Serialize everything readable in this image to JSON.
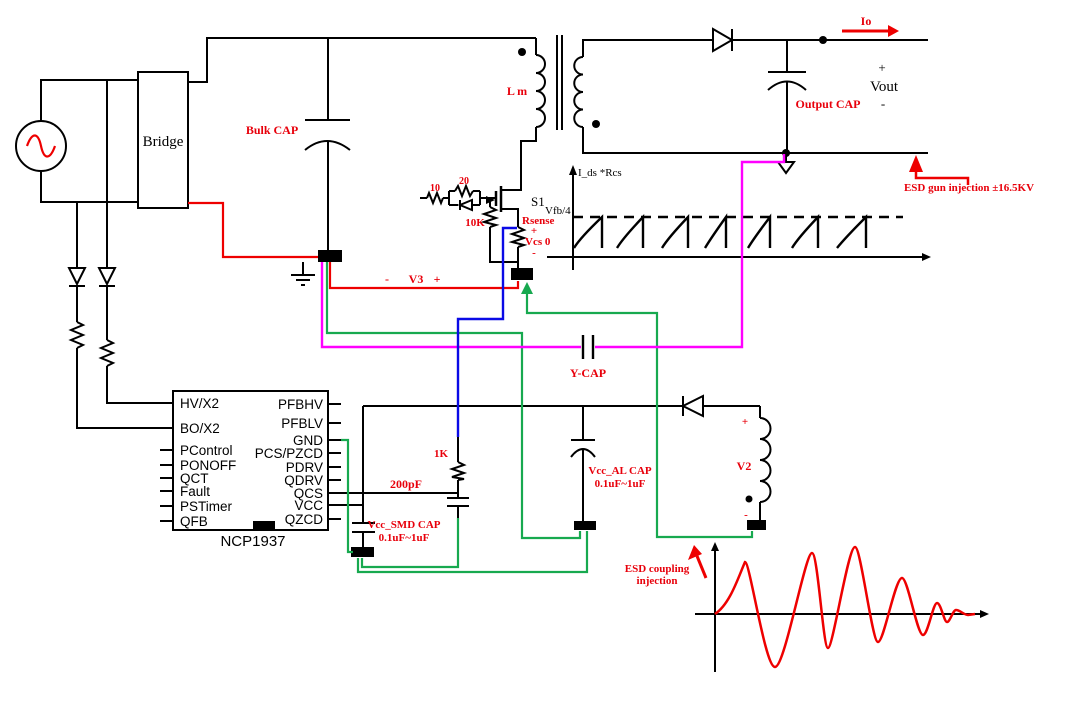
{
  "colors": {
    "black": "#000000",
    "red": "#ee0000",
    "label_red": "#e8000b",
    "green": "#17a94f",
    "magenta": "#ff00ff",
    "blue": "#0a0ae6",
    "white": "#ffffff"
  },
  "input_stage": {
    "bridge": "Bridge",
    "bulk_cap": "Bulk CAP"
  },
  "transformer": {
    "magnetizing_inductance": "L m",
    "switch": "S1"
  },
  "gate_network": {
    "r_series": "10",
    "r_parallel": "20",
    "r_pulldown": "10K"
  },
  "sense": {
    "rsense": "Rsense",
    "plus": "+",
    "vcs": "Vcs 0",
    "minus": "-",
    "v3_minus": "-",
    "v3": "V3",
    "v3_plus": "+"
  },
  "cs_plot": {
    "ylabel": "I_ds *Rcs",
    "threshold": "Vfb/4"
  },
  "output": {
    "io": "Io",
    "plus": "+",
    "vout": "Vout",
    "minus": "-",
    "output_cap": "Output CAP",
    "esd_gun": "ESD gun injection ±16.5KV"
  },
  "coupling": {
    "y_cap": "Y-CAP"
  },
  "vcc_network": {
    "r1k": "1K",
    "c200pf": "200pF",
    "smd_cap_line1": "Vcc_SMD CAP",
    "smd_cap_line2": "0.1uF~1uF",
    "al_cap_line1": "Vcc_AL CAP",
    "al_cap_line2": "0.1uF~1uF"
  },
  "aux_winding": {
    "v2": "V2",
    "plus": "+",
    "minus": "-"
  },
  "esd_coupling": {
    "line1": "ESD coupling",
    "line2": "injection"
  },
  "ic": {
    "part": "NCP1937",
    "left_pins": [
      "HV/X2",
      "BO/X2",
      "PControl",
      "PONOFF",
      "QCT",
      "Fault",
      "PSTimer",
      "QFB"
    ],
    "right_pins": [
      "PFBHV",
      "PFBLV",
      "GND",
      "PCS/PZCD",
      "PDRV",
      "QDRV",
      "QCS",
      "VCC",
      "QZCD"
    ]
  }
}
